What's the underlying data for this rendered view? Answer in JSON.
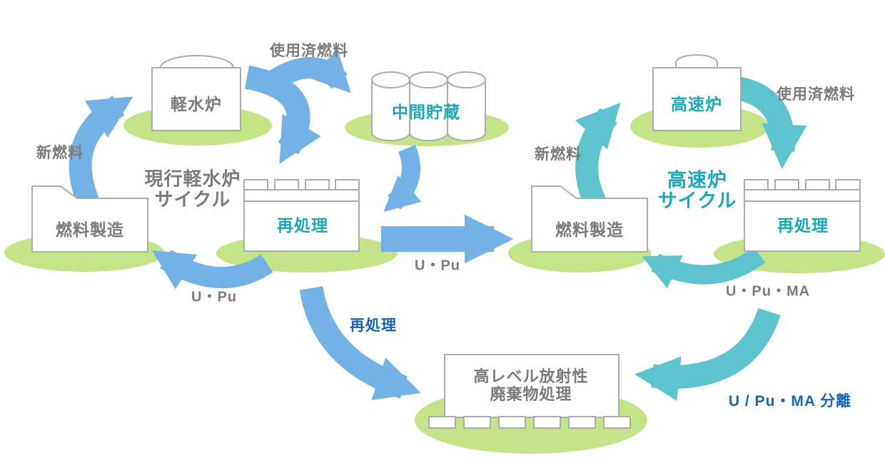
{
  "colors": {
    "blue_arrow": "#73B2E6",
    "teal_arrow": "#5CC3CF",
    "green_platform": "#C5E488",
    "teal_text": "#1CA8B6",
    "gray_text": "#7B7B7B",
    "blue_text": "#1767AF",
    "outline": "#ACACAC"
  },
  "left_cycle": {
    "title": [
      "現行軽水炉",
      "サイクル"
    ],
    "reactor": "軽水炉",
    "interim_storage": "中間貯蔵",
    "reprocessing": "再処理",
    "fuel_fabrication": "燃料製造",
    "spent_fuel": "使用済燃料",
    "new_fuel": "新燃料",
    "u_pu": "U・Pu"
  },
  "transfer": {
    "u_pu": "U・Pu"
  },
  "right_cycle": {
    "title": [
      "高速炉",
      "サイクル"
    ],
    "reactor": "高速炉",
    "reprocessing": "再処理",
    "fuel_fabrication": "燃料製造",
    "spent_fuel": "使用済燃料",
    "new_fuel": "新燃料",
    "u_pu_ma": "U・Pu・MA",
    "separation": "U / Pu・MA 分離"
  },
  "waste": {
    "label": [
      "高レベル放射性",
      "廃棄物処理"
    ],
    "flow": "再処理"
  }
}
